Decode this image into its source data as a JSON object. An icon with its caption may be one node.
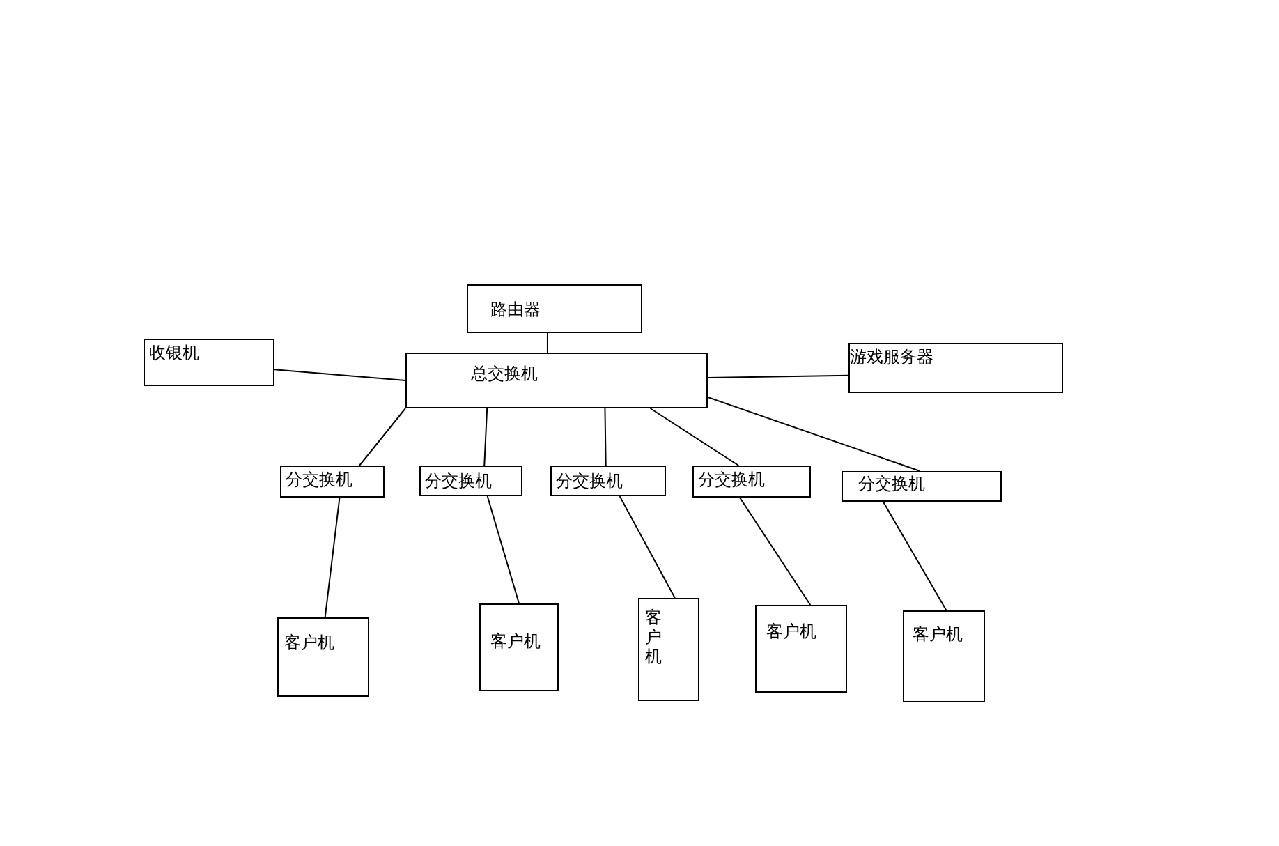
{
  "diagram": {
    "nodes": [
      {
        "text": [
          "路由器"
        ]
      },
      {
        "text": [
          "收银机"
        ]
      },
      {
        "text": [
          "总交换机"
        ]
      },
      {
        "text": [
          "游戏服务器"
        ]
      },
      {
        "text": [
          "分交换机"
        ]
      },
      {
        "text": [
          "分交换机"
        ]
      },
      {
        "text": [
          "分交换机"
        ]
      },
      {
        "text": [
          "分交换机"
        ]
      },
      {
        "text": [
          "分交换机"
        ]
      },
      {
        "text": [
          "客户机"
        ]
      },
      {
        "text": [
          "客户机"
        ]
      },
      {
        "text": [
          "客户机"
        ]
      },
      {
        "text": [
          "客户机"
        ]
      },
      {
        "text": [
          "客户机"
        ]
      }
    ],
    "edges": [
      {
        "from": 0,
        "to": 2,
        "arrow": "none"
      },
      {
        "from": 1,
        "to": 2,
        "arrow": "none"
      },
      {
        "from": 2,
        "to": 3,
        "arrow": "none"
      },
      {
        "from": 2,
        "to": 4,
        "arrow": "none"
      },
      {
        "from": 2,
        "to": 5,
        "arrow": "none"
      },
      {
        "from": 2,
        "to": 6,
        "arrow": "none"
      },
      {
        "from": 2,
        "to": 7,
        "arrow": "none"
      },
      {
        "from": 2,
        "to": 8,
        "arrow": "none"
      },
      {
        "from": 4,
        "to": 9,
        "arrow": "none"
      },
      {
        "from": 5,
        "to": 10,
        "arrow": "none"
      },
      {
        "from": 6,
        "to": 11,
        "arrow": "none"
      },
      {
        "from": 7,
        "to": 12,
        "arrow": "none"
      },
      {
        "from": 8,
        "to": 13,
        "arrow": "none"
      }
    ]
  }
}
